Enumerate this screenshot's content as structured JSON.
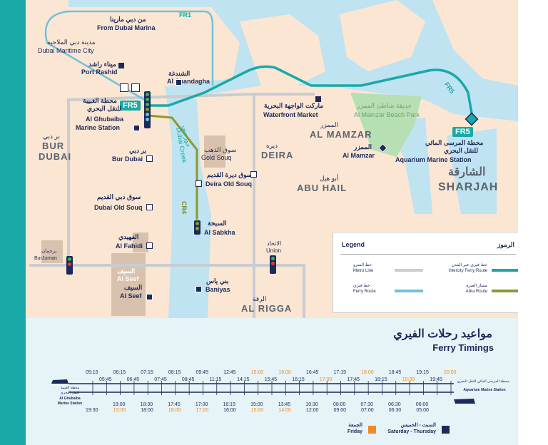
{
  "routes": {
    "fr1": "FR1",
    "fr5_top": "FR5",
    "fr5_ghubaiba": "FR5",
    "fr5_aquarium": "FR5",
    "cr4": "CR4"
  },
  "places": {
    "from_marina_ar": "من دبي مارينا",
    "from_marina_en": "From Dubai Marina",
    "maritime_ar": "مدينة دبي الملاحية",
    "maritime_en": "Dubai Maritime City",
    "port_rashid_ar": "ميناء راشد",
    "port_rashid_en": "Port Rashid",
    "shandagha_ar": "الشندغة",
    "shandagha_en": "Al Shandagha",
    "ghubaiba_ar1": "محطة الغبيبة",
    "ghubaiba_ar2": "للنقل البحري",
    "ghubaiba_en1": "Al Ghubaiba",
    "ghubaiba_en2": "Marine Station",
    "bur_dubai_ar": "بر دبي",
    "bur_dubai_en1": "BUR",
    "bur_dubai_en2": "DUBAI",
    "bur_dubai_stop_ar": "بر دبي",
    "bur_dubai_stop_en": "Bur Dubai",
    "old_souq_ar": "سوق دبي القديم",
    "old_souq_en": "Dubai Old Souq",
    "fahidi_ar": "الفهيدي",
    "fahidi_en": "Al Fahidi",
    "burjuman_ar": "برجمان",
    "burjuman_en": "BurJuman",
    "al_seef_area_ar": "السيف",
    "al_seef_area_en": "Al Seef",
    "al_seef_ar": "السيف",
    "al_seef_en": "Al Seef",
    "creek_ar": "خور دبي",
    "creek_en": "Dubai Creek",
    "gold_souq_ar": "سوق الذهب",
    "gold_souq_en": "Gold Souq",
    "deira_old_souq_ar": "سوق ديرة القديم",
    "deira_old_souq_en": "Deira Old Souq",
    "sabkha_ar": "السبخة",
    "sabkha_en": "Al Sabkha",
    "baniyas_ar": "بني ياس",
    "baniyas_en": "Baniyas",
    "deira_ar": "ديره",
    "deira_en": "DEIRA",
    "union_ar": "الاتحاد",
    "union_en": "Union",
    "rigga_ar": "الرقة",
    "rigga_en": "AL RIGGA",
    "waterfront_ar": "ماركت الواجهة البحرية",
    "waterfront_en": "Waterfront Market",
    "mamzar_area_ar": "الممزر",
    "mamzar_area_en": "AL MAMZAR",
    "mamzar_ar": "الممزر",
    "mamzar_en": "Al Mamzar",
    "mamzar_park_ar": "حديقة شاطئ الممزر",
    "mamzar_park_en": "Al Mamzar Beach Park",
    "abu_hail_ar": "أبو هيل",
    "abu_hail_en": "ABU HAIL",
    "aquarium_ar1": "محطة المرسى المائي",
    "aquarium_ar2": "للنقل البحري",
    "aquarium_en": "Aquarium Marine Station",
    "sharjah_ar": "الشارقة",
    "sharjah_en": "SHARJAH"
  },
  "legend": {
    "title_en": "Legend",
    "title_ar": "الرموز",
    "intercity_ar": "خط فيري عبر المدن",
    "intercity_en": "Intercity Ferry Route",
    "metro_ar": "خط المترو",
    "metro_en": "Metro Line",
    "abra_ar": "مسار العبرة",
    "abra_en": "Abra Route",
    "ferry_ar": "خط فيري",
    "ferry_en": "Ferry Route",
    "colors": {
      "intercity": "#1aa9a8",
      "metro": "#c9ccd0",
      "abra": "#8a9a2a",
      "ferry": "#6cc3dd"
    }
  },
  "timings": {
    "title_ar": "مواعيد رحلات الفيري",
    "title_en": "Ferry Timings",
    "left_station_ar1": "محطة الغبيبة",
    "left_station_ar2": "للنقل البحري",
    "left_station_en1": "Al Ghubaiba",
    "left_station_en2": "Marine Station",
    "right_station_ar": "محطة المرسى المائي للنقل البحري",
    "right_station_en": "Aquarium Marine Station",
    "top_row_1": [
      "05:15",
      "06:15",
      "07:15",
      "08:15",
      "09:45",
      "12:45",
      "15:00",
      "16:00",
      "16:45",
      "17:15",
      "18:00",
      "18:45",
      "19:15",
      "20:00"
    ],
    "top_row_1_friday": [
      false,
      false,
      false,
      false,
      false,
      false,
      true,
      true,
      false,
      false,
      true,
      false,
      false,
      true
    ],
    "top_row_2": [
      "05:45",
      "06:45",
      "07:45",
      "08:45",
      "11:15",
      "14:15",
      "15:45",
      "16:15",
      "17:00",
      "17:45",
      "18:15",
      "19:00",
      "19:45"
    ],
    "top_row_2_friday": [
      false,
      false,
      false,
      false,
      false,
      false,
      false,
      false,
      true,
      false,
      false,
      true,
      false
    ],
    "bottom_row_1": [
      "19:00",
      "18:30",
      "17:45",
      "17:00",
      "16:15",
      "15:00",
      "13:45",
      "10:30",
      "08:00",
      "07:30",
      "06:30",
      "06:00"
    ],
    "bottom_row_1_friday": [
      false,
      false,
      false,
      false,
      false,
      false,
      false,
      false,
      false,
      false,
      false,
      false
    ],
    "bottom_row_2": [
      "19:30",
      "19:00",
      "18:00",
      "18:00",
      "17:00",
      "16:00",
      "15:00",
      "14:00",
      "12:00",
      "09:00",
      "07:00",
      "06:30",
      "05:00"
    ],
    "bottom_row_2_friday": [
      false,
      true,
      false,
      true,
      true,
      false,
      true,
      true,
      false,
      false,
      false,
      false,
      false
    ],
    "friday_ar": "الجمعة",
    "friday_en": "Friday",
    "weekday_ar": "السبت - الخميس",
    "weekday_en": "Saturday - Thursday",
    "friday_color": "#f08a24",
    "weekday_color": "#1c2a5a"
  }
}
